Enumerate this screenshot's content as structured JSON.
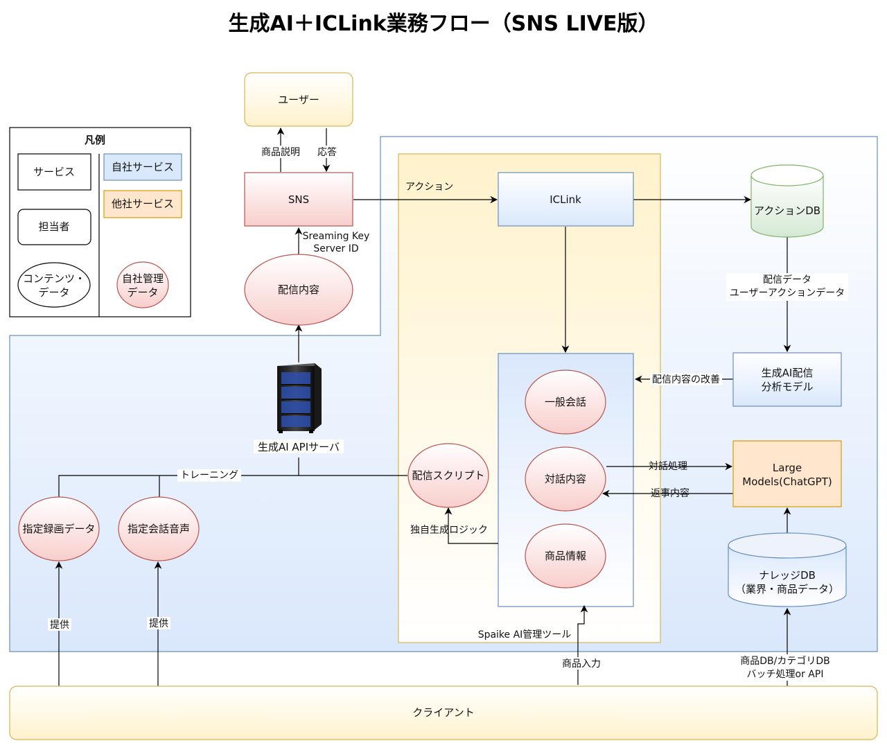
{
  "title": "生成AI＋ICLink業務フロー（SNS LIVE版）",
  "legend": {
    "heading": "凡例",
    "service": "サービス",
    "person": "担当者",
    "content_line1": "コンテンツ・",
    "content_line2": "データ",
    "own_service": "自社サービス",
    "other_service": "他社サービス",
    "own_data_line1": "自社管理",
    "own_data_line2": "データ"
  },
  "nodes": {
    "user": "ユーザー",
    "sns": "SNS",
    "iclink": "ICLink",
    "action_db": "アクションDB",
    "analysis_line1": "生成AI配信",
    "analysis_line2": "分析モデル",
    "llm_line1": "Large",
    "llm_line2": "Models(ChatGPT)",
    "knowledge_line1": "ナレッジDB",
    "knowledge_line2": "（業界・商品データ）",
    "broadcast_content": "配信内容",
    "api_server": "生成AI APIサーバ",
    "script": "配信スクリプト",
    "general_talk": "一般会話",
    "dialog_content": "対話内容",
    "product_info": "商品情報",
    "recorded_data": "指定録画データ",
    "conversation_audio": "指定会話音声",
    "client": "クライアント",
    "tool_label": "Spaike AI管理ツール"
  },
  "edges": {
    "product_explanation": "商品説明",
    "response": "応答",
    "action": "アクション",
    "streaming_key_line1": "Sreaming Key",
    "streaming_key_line2": "Server ID",
    "broadcast_data_line1": "配信データ",
    "broadcast_data_line2": "ユーザーアクションデータ",
    "improvement": "配信内容の改善",
    "dialog_processing": "対話処理",
    "reply_content": "返事内容",
    "training": "トレーニング",
    "own_logic": "独自生成ロジック",
    "provide_1": "提供",
    "provide_2": "提供",
    "product_input": "商品入力",
    "batch_line1": "商品DB/カテゴリDB",
    "batch_line2": "バッチ処理or API"
  },
  "colors": {
    "own_service_stroke": "#6c8ebf",
    "own_service_fill": "#dae8fc",
    "other_service_stroke": "#d79b00",
    "other_service_fill": "#ffe6cc",
    "yellow_stroke": "#d6b656",
    "yellow_fill": "#fff2cc",
    "red_stroke": "#b85450",
    "red_fill": "#f8cecc",
    "green_stroke": "#82b366",
    "green_fill": "#d5e8d4"
  }
}
